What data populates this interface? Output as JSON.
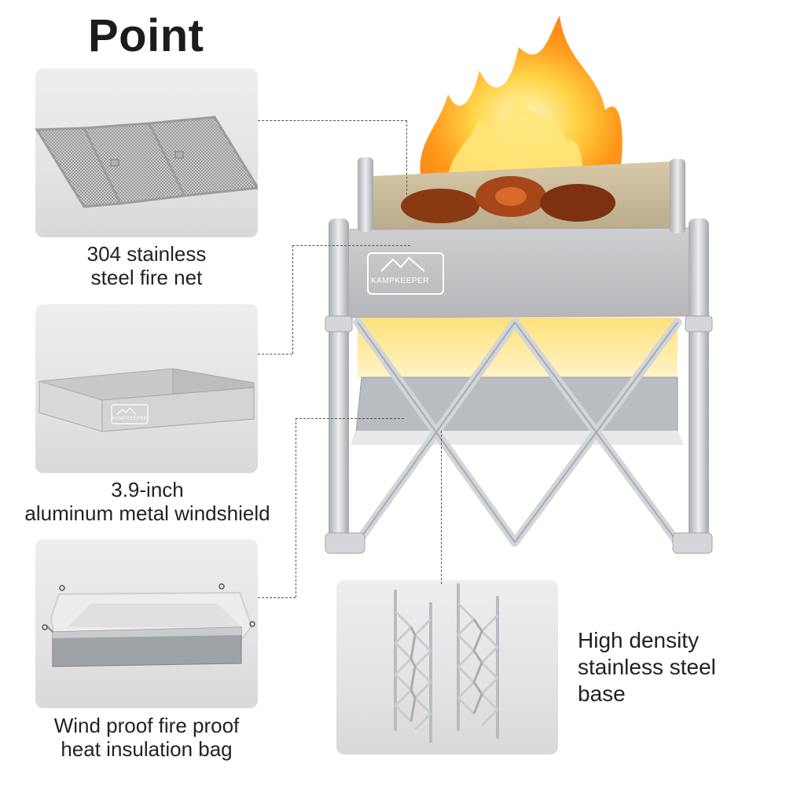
{
  "page": {
    "title": "Point"
  },
  "features": [
    {
      "id": "fire-net",
      "caption_lines": [
        "304 stainless",
        "steel fire net"
      ]
    },
    {
      "id": "windshield",
      "caption_lines": [
        "3.9-inch",
        "aluminum metal windshield"
      ],
      "brand_text": "KAMPKEEPER"
    },
    {
      "id": "insulation-bag",
      "caption_lines": [
        "Wind proof fire proof",
        "heat insulation bag"
      ]
    },
    {
      "id": "base",
      "caption_lines": [
        "High density",
        "stainless steel",
        "base"
      ]
    }
  ],
  "product": {
    "brand": "KAMPKEEPER"
  },
  "colors": {
    "panel_bg": "#e6e6e8",
    "metal": "#c8c8cc",
    "flame": "#ff9a1a",
    "glow": "#ffd54a",
    "leader": "#555555"
  }
}
